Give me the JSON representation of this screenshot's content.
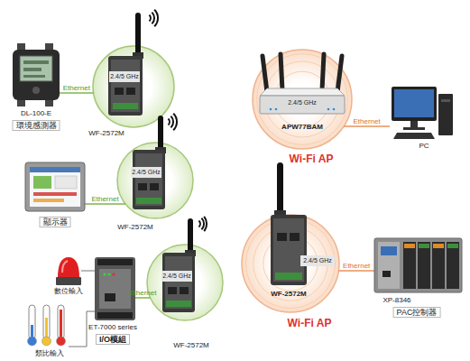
{
  "diagram": {
    "nodes": [
      {
        "text": [
          "DL-100-E",
          "環境感測器"
        ]
      },
      {
        "text": [
          "2.4/5 GHz",
          "WF-2572M"
        ]
      },
      {
        "text": [
          "顯示器"
        ]
      },
      {
        "text": [
          "2.4/5 GHz",
          "WF-2572M"
        ]
      },
      {
        "text": [
          "ET-7000 series",
          "I/O模組"
        ]
      },
      {
        "text": [
          "2.4/5 GHz",
          "WF-2572M"
        ]
      },
      {
        "text": [
          "2.4/5 GHz",
          "APW77BAM",
          "Wi-Fi AP"
        ]
      },
      {
        "text": [
          "PC"
        ]
      },
      {
        "text": [
          "2.4/5 GHz",
          "WF-2572M",
          "Wi-Fi AP"
        ]
      },
      {
        "text": [
          "XP-8346",
          "PAC控制器"
        ]
      }
    ],
    "edges": [
      {
        "from": 0,
        "to": 1,
        "label": "Ethernet",
        "arrow": "none"
      },
      {
        "from": 2,
        "to": 3,
        "label": "Ethernet",
        "arrow": "none"
      },
      {
        "from": 4,
        "to": 5,
        "label": "Ethernet",
        "arrow": "none"
      },
      {
        "from": 6,
        "to": 7,
        "label": "Ethernet",
        "arrow": "none"
      },
      {
        "from": 8,
        "to": 9,
        "label": "Ethernet",
        "arrow": "none"
      }
    ],
    "labels": [
      "數位輸入",
      "類比輸入"
    ]
  }
}
